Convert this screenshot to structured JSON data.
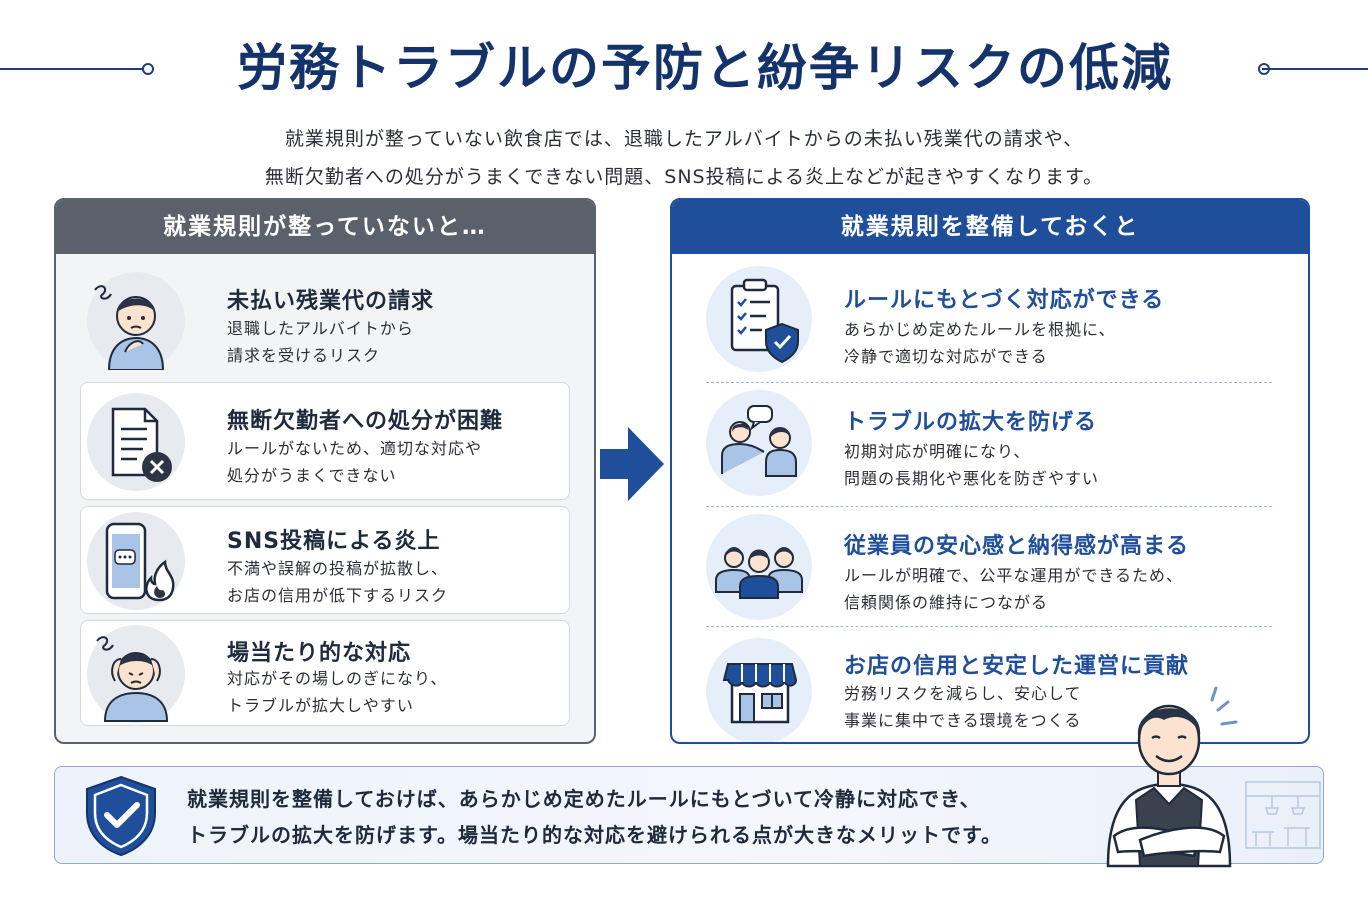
{
  "title": "労務トラブルの予防と紛争リスクの低減",
  "intro": [
    "就業規則が整っていない飲食店では、退職したアルバイトからの未払い残業代の請求や、",
    "無断欠勤者への処分がうまくできない問題、SNS投稿による炎上などが起きやすくなります。"
  ],
  "left_panel": {
    "header": "就業規則が整っていないと…",
    "items": [
      {
        "title": "未払い残業代の請求",
        "desc": [
          "退職したアルバイトから",
          "請求を受けるリスク"
        ],
        "icon": "worried-man-icon"
      },
      {
        "title": "無断欠勤者への処分が困難",
        "desc": [
          "ルールがないため、適切な対応や",
          "処分がうまくできない"
        ],
        "icon": "document-x-icon"
      },
      {
        "title": "SNS投稿による炎上",
        "desc": [
          "不満や誤解の投稿が拡散し、",
          "お店の信用が低下するリスク"
        ],
        "icon": "phone-fire-icon"
      },
      {
        "title": "場当たり的な対応",
        "desc": [
          "対応がその場しのぎになり、",
          "トラブルが拡大しやすい"
        ],
        "icon": "stressed-person-icon"
      }
    ]
  },
  "right_panel": {
    "header": "就業規則を整備しておくと",
    "items": [
      {
        "title": "ルールにもとづく対応ができる",
        "desc": [
          "あらかじめ定めたルールを根拠に、",
          "冷静で適切な対応ができる"
        ],
        "icon": "checklist-shield-icon"
      },
      {
        "title": "トラブルの拡大を防げる",
        "desc": [
          "初期対応が明確になり、",
          "問題の長期化や悪化を防ぎやすい"
        ],
        "icon": "conversation-icon"
      },
      {
        "title": "従業員の安心感と納得感が高まる",
        "desc": [
          "ルールが明確で、公平な運用ができるため、",
          "信頼関係の維持につながる"
        ],
        "icon": "team-icon"
      },
      {
        "title": "お店の信用と安定した運営に貢献",
        "desc": [
          "労務リスクを減らし、安心して",
          "事業に集中できる環境をつくる"
        ],
        "icon": "storefront-icon"
      }
    ]
  },
  "summary": [
    "就業規則を整備しておけば、あらかじめ定めたルールにもとづいて冷静に対応でき、",
    "トラブルの拡大を防げます。場当たり的な対応を避けられる点が大きなメリットです。"
  ],
  "colors": {
    "navy": "#14336b",
    "blue": "#1f4e9a",
    "gray": "#5b616b"
  }
}
